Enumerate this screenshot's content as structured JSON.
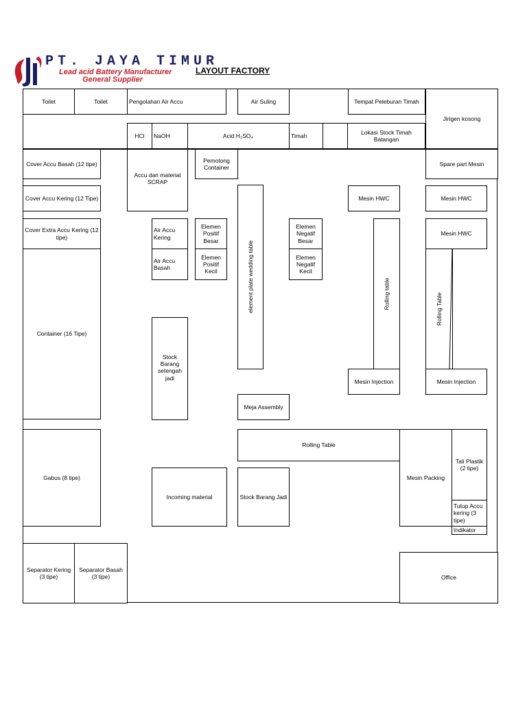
{
  "header": {
    "company_name": "PT. JAYA TIMUR",
    "tagline_1": "Lead acid Battery Manufacturer",
    "tagline_2": "General Supplier",
    "page_title": "LAYOUT FACTORY",
    "brand_navy": "#1a1f5c",
    "brand_red": "#c0202c"
  },
  "rooms": {
    "toilet_1": "Toilet",
    "toilet_2": "Toilet",
    "pengolahan_air_accu": "Pengolahan Air Accu",
    "air_suling": "Air Suling",
    "tempat_peleburan_timah": "Tempat Peleburan Timah",
    "jirigen_kosong": "Jirigen kosong",
    "hcl": "HCl",
    "naoh": "NaOH",
    "acid": "Acid H₂SO₄",
    "timah": "Timah",
    "lokasi_stock_timah": "Lokasi Stock Timah Batangan",
    "cover_accu_basah": "Cover Accu Basah (12 tipe)",
    "accu_scrap": "Accu dan material SCRAP",
    "pemotong_container": "Pemotong Container",
    "spare_part_mesin": "Spare part Mesin",
    "cover_accu_kering": "Cover Accu Kering (12 Tipe)",
    "mesin_hwc_1": "Mesin HWC",
    "mesin_hwc_2": "Mesin HWC",
    "mesin_hwc_3": "Mesin HWC",
    "cover_extra_accu_kering": "Cover Extra Accu Kering (12 tipe)",
    "air_accu_kering": "Air Accu Kering",
    "elemen_positif_besar": "Elemen Positif Besar",
    "elemen_negatif_besar": "Elemen Negatif Besar",
    "air_accu_basah": "Air Accu Basah",
    "elemen_positif_kecil": "Elemen Positif Kecil",
    "elemen_negatif_kecil": "Elemen Negatif Kecil",
    "element_plate_wedding_table": "element plate wedding table",
    "rolling_table_vertical_1": "Rolling table",
    "rolling_table_vertical_2": "Rolling Table",
    "container": "Container (16 Tipe)",
    "stock_barang_setengah_jadi": "Stock Barang setengah jadi",
    "mesin_injection_1": "Mesin Injection",
    "mesin_injection_2": "Mesin Injection",
    "meja_assembly": "Meja Assembly",
    "rolling_table_horizontal": "Rolling Table",
    "gabus": "Gabus (8 tipe)",
    "tali_plastik": "Tali Plastik (2 tipe)",
    "mesin_packing": "Mesin Packing",
    "incoming_material": "Incoming material",
    "stock_barang_jadi": "Stock Barang Jadi",
    "tutup_accu": "Tutup Accu kering (3 tipe)",
    "indikator": "Indikator",
    "separator_kering": "Separator Kering (3 tipe)",
    "separator_basah": "Separator Basah (3 tipe)",
    "office": "Office"
  }
}
